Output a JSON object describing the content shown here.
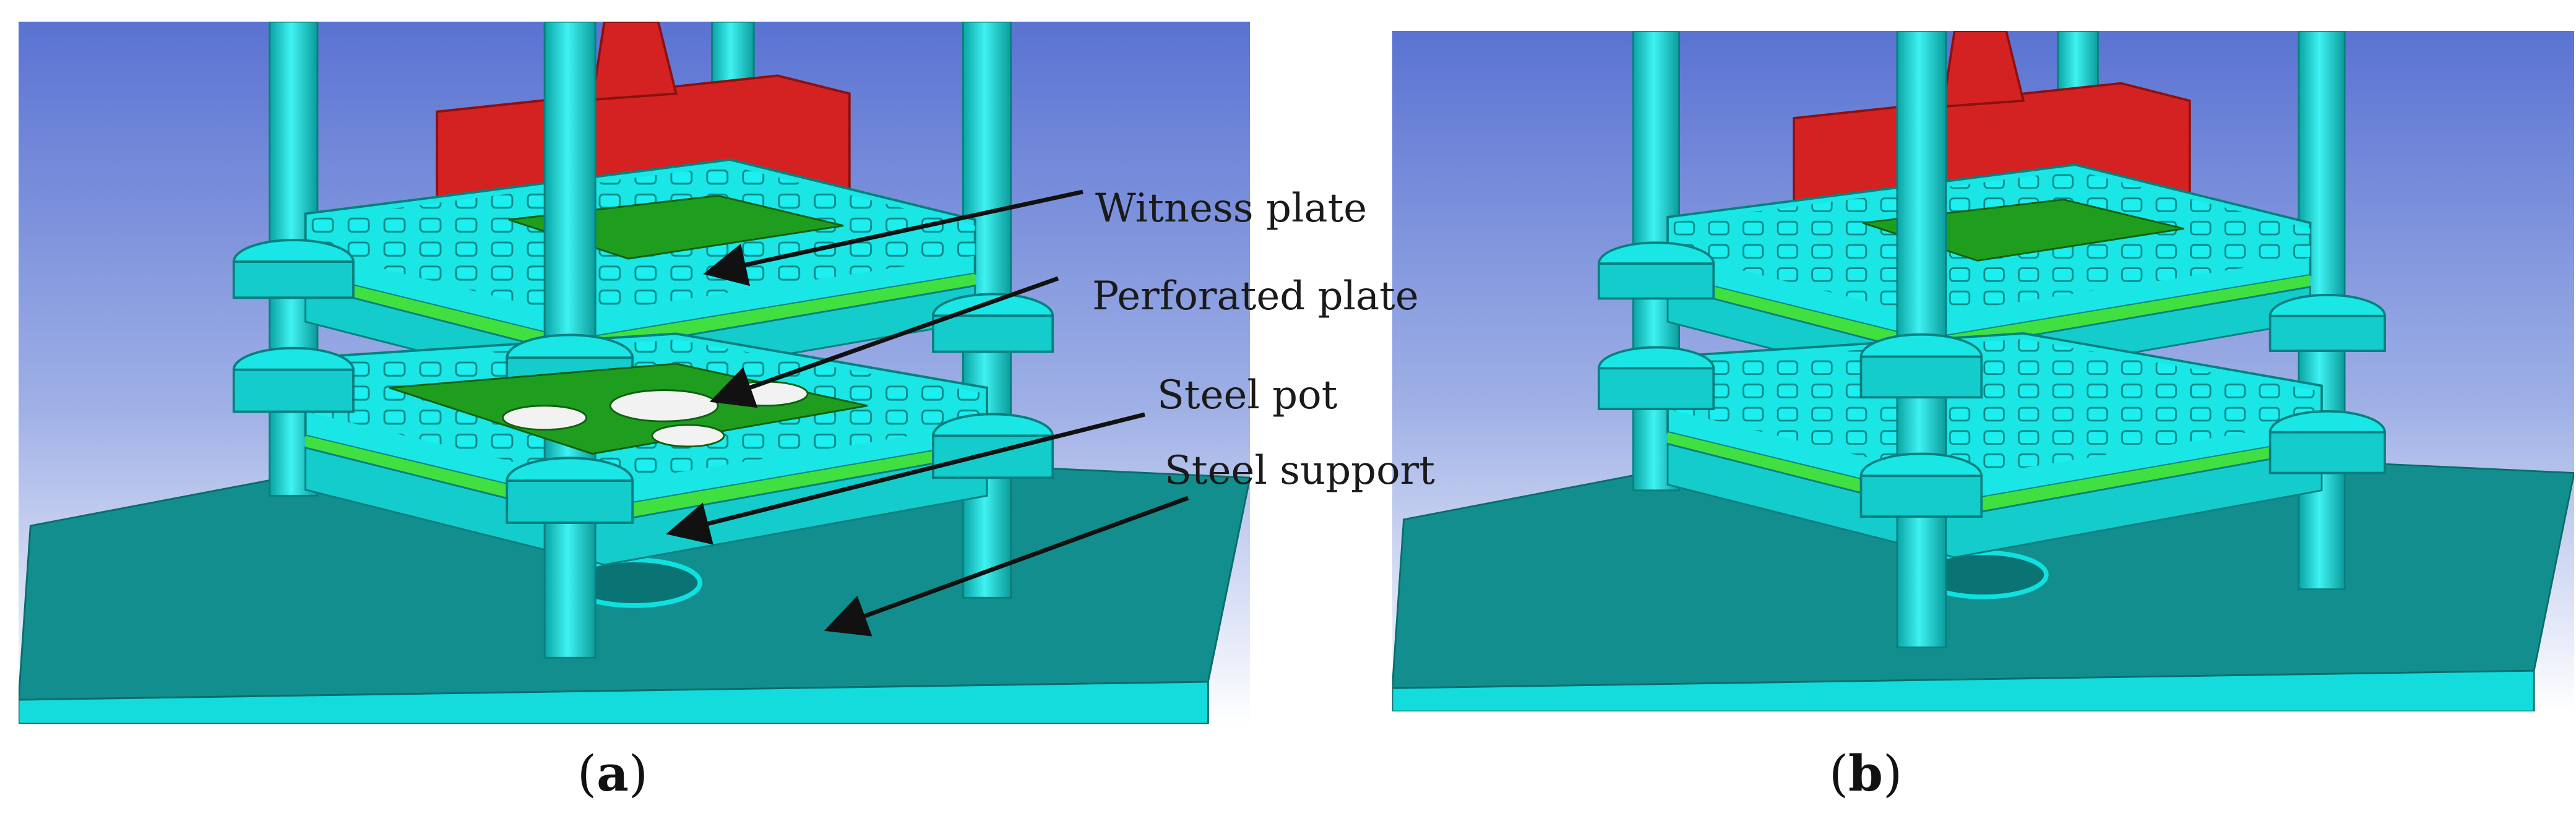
{
  "panels": [
    {
      "id": "a",
      "label_open": "(",
      "label_letter": "a",
      "label_close": ")"
    },
    {
      "id": "b",
      "label_open": "(",
      "label_letter": "b",
      "label_close": ")"
    }
  ],
  "callouts": [
    {
      "text": "Witness plate"
    },
    {
      "text": "Perforated plate"
    },
    {
      "text": "Steel pot"
    },
    {
      "text": "Steel support"
    }
  ],
  "colors": {
    "background_top": "#5a73d2",
    "background_bottom": "#ffffff",
    "cyan": "#14e0e0",
    "cyan_dark": "#0aa3a3",
    "base_top": "#138e8e",
    "green": "#1f9d1f",
    "green_bright": "#3fe03f",
    "red": "#d42222",
    "red_dark": "#8c1010",
    "arrow": "#111111"
  }
}
